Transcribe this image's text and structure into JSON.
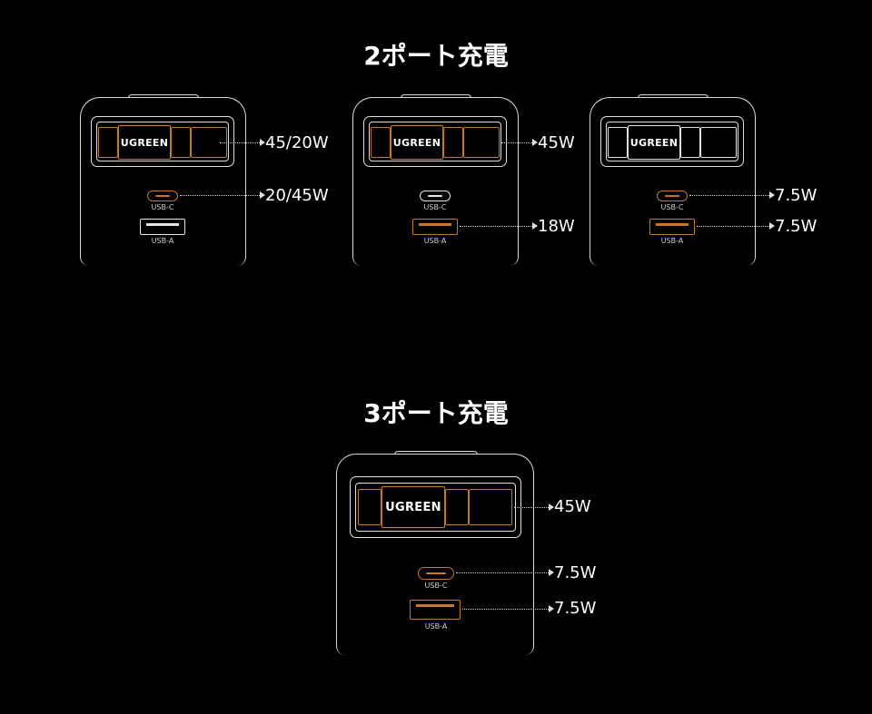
{
  "sections": {
    "two_port_title": "2ポート充電",
    "three_port_title": "3ポート充電"
  },
  "labels": {
    "brand": "UGREEN",
    "usb_c": "USB-C",
    "usb_a": "USB-A"
  },
  "configs": [
    {
      "id": "2port-a",
      "plug_w": "45/20W",
      "usbc_w": "20/45W",
      "usba_w": ""
    },
    {
      "id": "2port-b",
      "plug_w": "45W",
      "usbc_w": "",
      "usba_w": "18W"
    },
    {
      "id": "2port-c",
      "plug_w": "",
      "usbc_w": "7.5W",
      "usba_w": "7.5W"
    },
    {
      "id": "3port",
      "plug_w": "45W",
      "usbc_w": "7.5W",
      "usba_w": "7.5W"
    }
  ],
  "colors": {
    "active": "#c27a2a",
    "inactive": "#e0e0e0",
    "background": "#000000"
  }
}
